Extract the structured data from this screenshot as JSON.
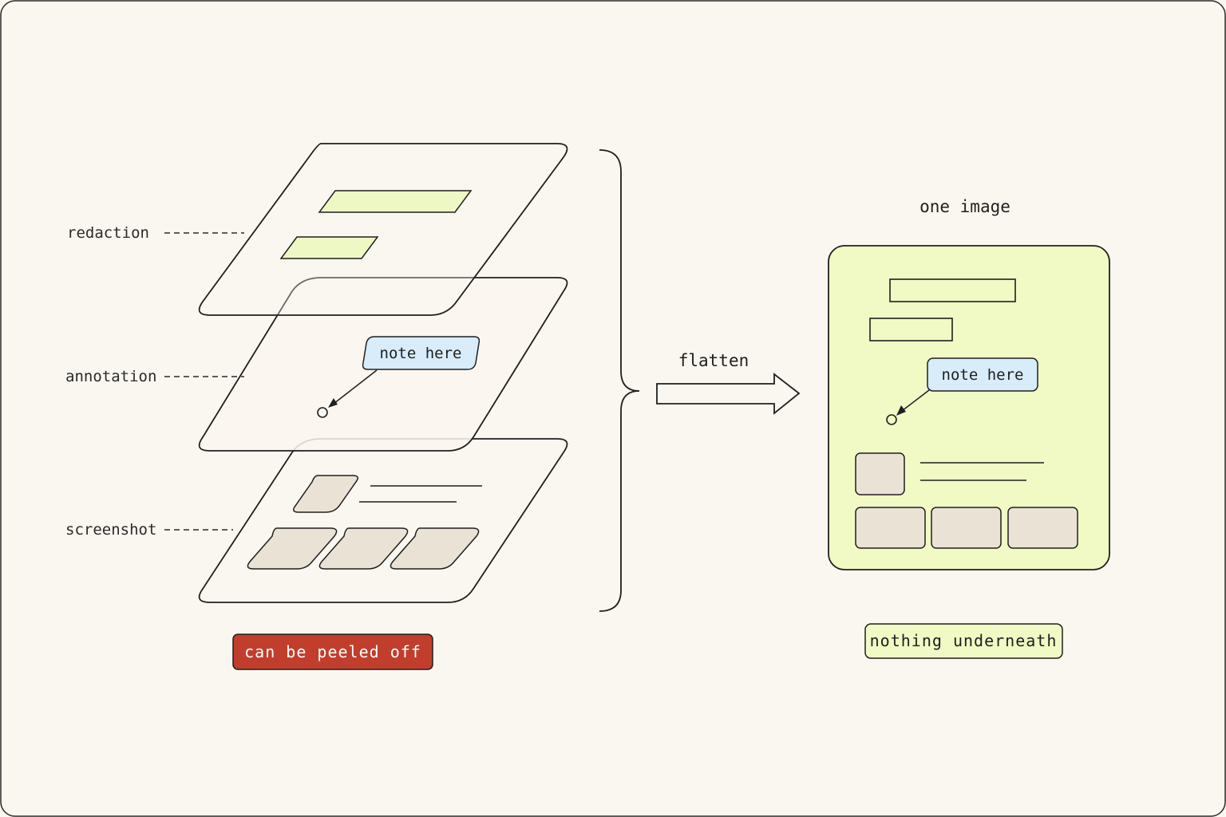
{
  "layers": {
    "redaction_label": "redaction",
    "annotation_label": "annotation",
    "screenshot_label": "screenshot",
    "note_text": "note here"
  },
  "arrow": {
    "label": "flatten"
  },
  "result": {
    "title": "one image",
    "note_text": "note here"
  },
  "badges": {
    "left": "can be peeled off",
    "right": "nothing underneath"
  },
  "colors": {
    "background": "#faf7f0",
    "stroke": "#1f1f1f",
    "redaction_fill": "#eef8c4",
    "note_fill": "#d8ecfa",
    "block_fill": "#ebe2d6",
    "result_fill": "#f1f9c5",
    "peel_badge": "#c13e2c",
    "flat_badge": "#f1f9c5"
  }
}
